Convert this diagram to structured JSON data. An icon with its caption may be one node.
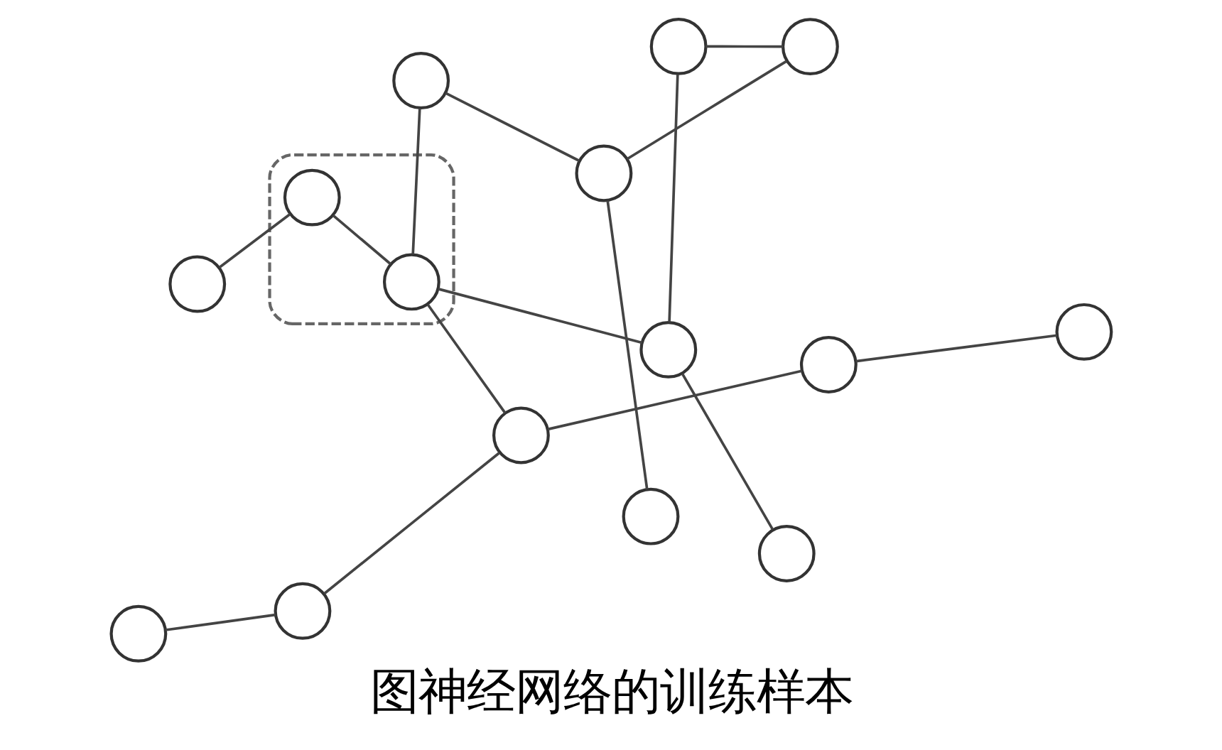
{
  "diagram": {
    "caption": "图神经网络的训练样本",
    "nodes": [
      {
        "text": [],
        "shape": "circle"
      },
      {
        "text": [],
        "shape": "circle"
      },
      {
        "text": [],
        "shape": "circle"
      },
      {
        "text": [],
        "shape": "circle"
      },
      {
        "text": [],
        "shape": "circle"
      },
      {
        "text": [],
        "shape": "circle"
      },
      {
        "text": [],
        "shape": "circle"
      },
      {
        "text": [],
        "shape": "circle"
      },
      {
        "text": [],
        "shape": "ellipse"
      },
      {
        "text": [],
        "shape": "circle",
        "in": 8
      },
      {
        "text": [],
        "shape": "circle",
        "in": 8
      },
      {
        "text": [],
        "shape": "circle"
      },
      {
        "text": [],
        "shape": "circle"
      },
      {
        "text": [],
        "shape": "circle"
      },
      {
        "text": [],
        "shape": "circle"
      },
      {
        "text": [],
        "shape": "circle"
      }
    ],
    "edges": [
      {
        "from": 1,
        "to": 3,
        "arrow": "none"
      },
      {
        "from": 3,
        "to": 0,
        "arrow": "none"
      },
      {
        "from": 0,
        "to": 2,
        "arrow": "none"
      },
      {
        "from": 2,
        "to": 6,
        "arrow": "none"
      },
      {
        "from": 3,
        "to": 10,
        "arrow": "none"
      },
      {
        "from": 4,
        "to": 6,
        "arrow": "none"
      },
      {
        "from": 6,
        "to": 7,
        "arrow": "none"
      },
      {
        "from": 5,
        "to": 9,
        "arrow": "none"
      },
      {
        "from": 9,
        "to": 10,
        "arrow": "none"
      },
      {
        "from": 4,
        "to": 10,
        "arrow": "none"
      },
      {
        "from": 10,
        "to": 14,
        "arrow": "none"
      },
      {
        "from": 11,
        "to": 13,
        "arrow": "none"
      },
      {
        "from": 13,
        "to": 14,
        "arrow": "none"
      },
      {
        "from": 14,
        "to": 15,
        "arrow": "none"
      },
      {
        "from": 15,
        "to": 12,
        "arrow": "none"
      }
    ]
  }
}
